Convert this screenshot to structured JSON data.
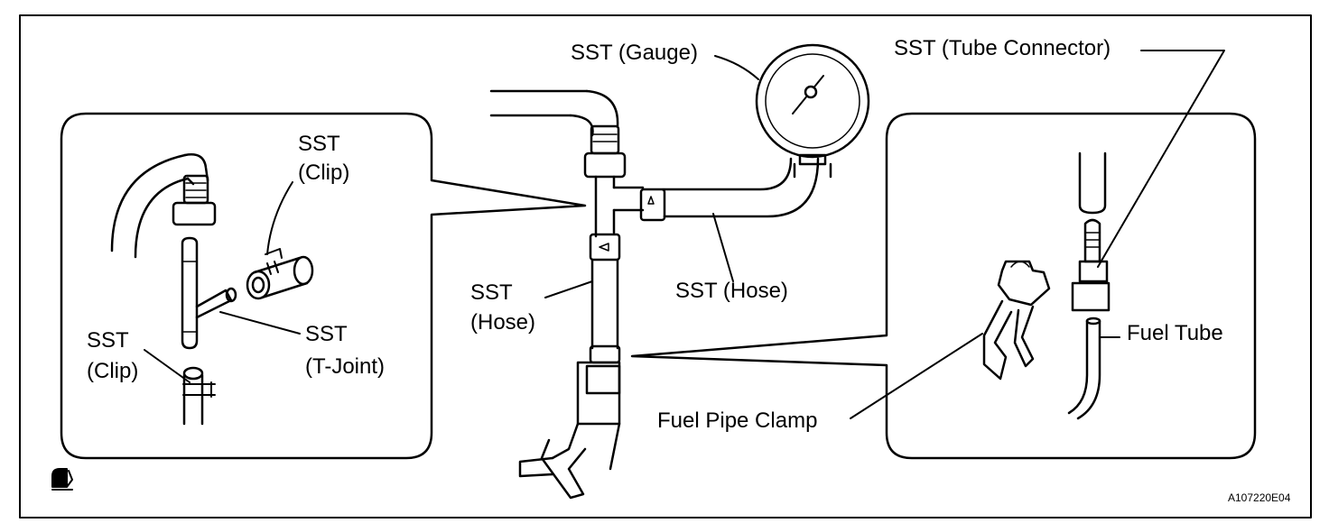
{
  "labels": {
    "sst_gauge": "SST (Gauge)",
    "sst_tube_connector": "SST (Tube Connector)",
    "sst_clip_top_1": "SST",
    "sst_clip_top_2": "(Clip)",
    "sst_clip_bottom_1": "SST",
    "sst_clip_bottom_2": "(Clip)",
    "sst_t_joint_1": "SST",
    "sst_t_joint_2": "(T-Joint)",
    "sst_hose_vertical_1": "SST",
    "sst_hose_vertical_2": "(Hose)",
    "sst_hose_horizontal": "SST (Hose)",
    "fuel_pipe_clamp": "Fuel Pipe Clamp",
    "fuel_tube": "Fuel Tube"
  },
  "figure_code": "A107220E04",
  "icons": {
    "corner_mark": "service-manual-symbol-icon"
  },
  "colors": {
    "line": "#000000",
    "background": "#ffffff"
  }
}
